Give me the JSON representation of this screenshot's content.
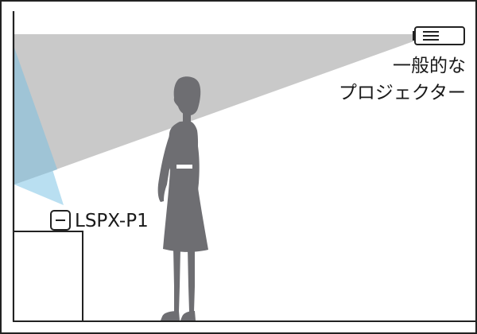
{
  "labels": {
    "general_projector_line1": "一般的な",
    "general_projector_line2": "プロジェクター",
    "compact_projector": "LSPX-P1"
  },
  "icons": {
    "general_projector": "projector-icon",
    "compact_projector": "compact-projector-icon",
    "person": "standing-woman-silhouette"
  },
  "colors": {
    "background": "#ffffff",
    "outline": "#222222",
    "general_beam": "#c9c9c9",
    "short_throw_beam": "#b9dff1",
    "beam_overlap": "#9fc4d6",
    "silhouette": "#6e6e72",
    "belt": "#ffffff"
  }
}
